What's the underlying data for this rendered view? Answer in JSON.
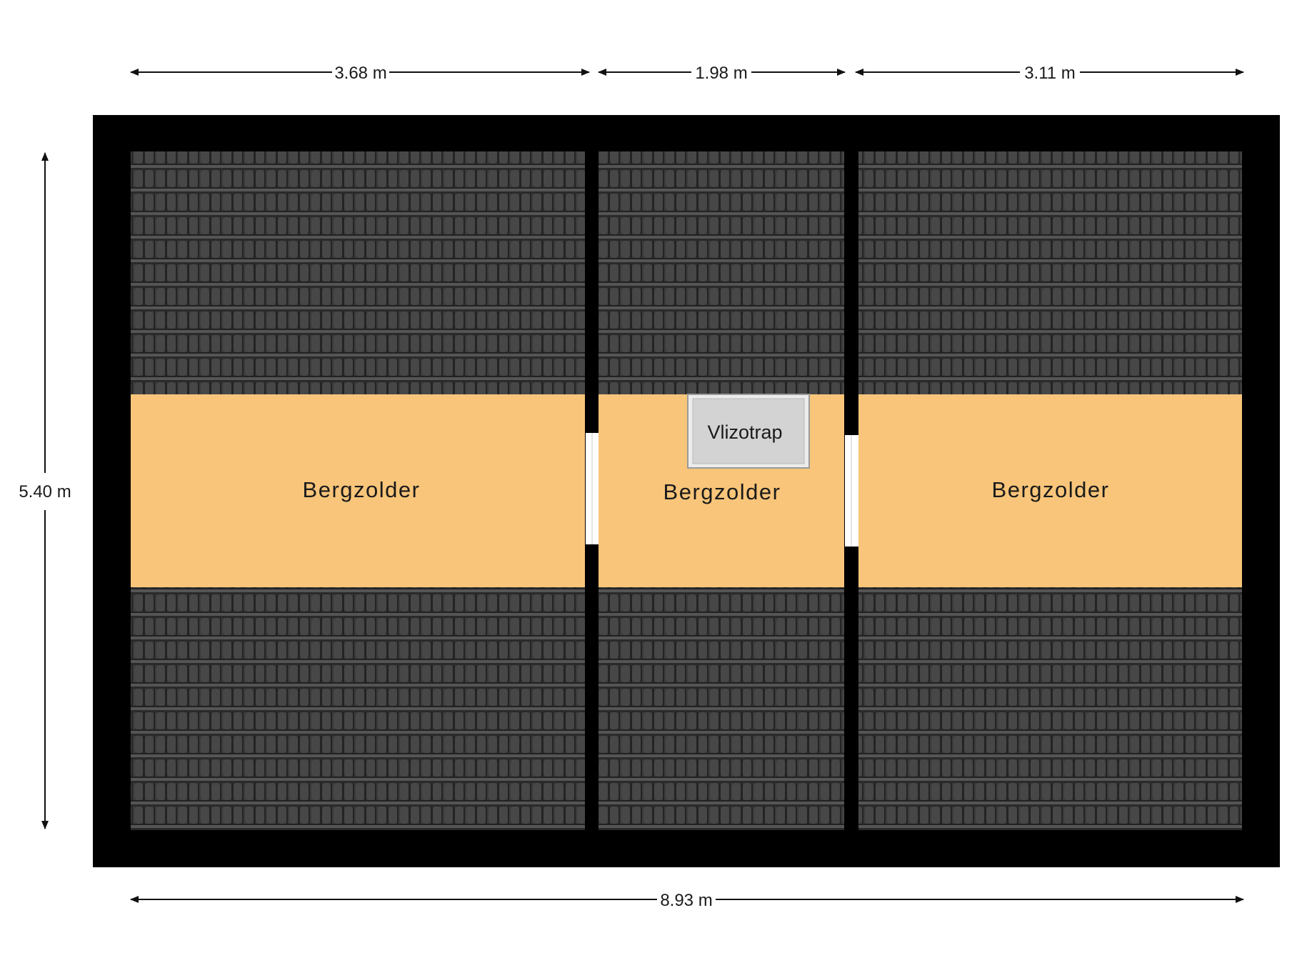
{
  "dimensions": {
    "top_left": "3.68 m",
    "top_middle": "1.98 m",
    "top_right": "3.11 m",
    "left": "5.40 m",
    "bottom": "8.93 m"
  },
  "rooms": {
    "left": "Bergzolder",
    "middle": "Bergzolder",
    "right": "Bergzolder"
  },
  "hatch": {
    "label": "Vlizotrap"
  },
  "colors": {
    "room_fill": "#f8c57a",
    "wall": "#000000",
    "roof_tiles": "#3a3a3a",
    "hatch_fill": "#d3d3d3"
  }
}
